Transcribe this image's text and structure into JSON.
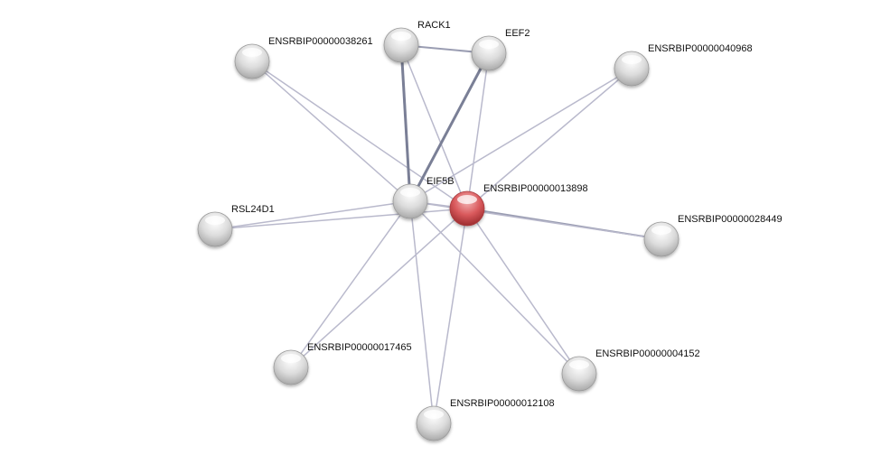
{
  "network": {
    "query_node": "ENSRBIP00000013898",
    "colors": {
      "query": "#d9595c",
      "other": "#d8d8d8",
      "edge": "#b9b9cc",
      "edge_strong": "#7a7f96"
    },
    "nodes": [
      {
        "id": "ENSRBIP00000038261",
        "label": "ENSRBIP00000038261"
      },
      {
        "id": "RACK1",
        "label": "RACK1"
      },
      {
        "id": "EEF2",
        "label": "EEF2"
      },
      {
        "id": "ENSRBIP00000040968",
        "label": "ENSRBIP00000040968"
      },
      {
        "id": "EIF5B",
        "label": "EIF5B"
      },
      {
        "id": "ENSRBIP00000013898",
        "label": "ENSRBIP00000013898"
      },
      {
        "id": "RSL24D1",
        "label": "RSL24D1"
      },
      {
        "id": "ENSRBIP00000028449",
        "label": "ENSRBIP00000028449"
      },
      {
        "id": "ENSRBIP00000017465",
        "label": "ENSRBIP00000017465"
      },
      {
        "id": "ENSRBIP00000004152",
        "label": "ENSRBIP00000004152"
      },
      {
        "id": "ENSRBIP00000012108",
        "label": "ENSRBIP00000012108"
      }
    ],
    "edges": [
      {
        "source": "ENSRBIP00000038261",
        "target": "EIF5B",
        "strength": "weak"
      },
      {
        "source": "ENSRBIP00000038261",
        "target": "ENSRBIP00000013898",
        "strength": "weak"
      },
      {
        "source": "RACK1",
        "target": "EEF2",
        "strength": "medium"
      },
      {
        "source": "RACK1",
        "target": "EIF5B",
        "strength": "strong"
      },
      {
        "source": "RACK1",
        "target": "ENSRBIP00000013898",
        "strength": "weak"
      },
      {
        "source": "EEF2",
        "target": "EIF5B",
        "strength": "strong"
      },
      {
        "source": "EEF2",
        "target": "ENSRBIP00000013898",
        "strength": "weak"
      },
      {
        "source": "ENSRBIP00000040968",
        "target": "EIF5B",
        "strength": "weak"
      },
      {
        "source": "ENSRBIP00000040968",
        "target": "ENSRBIP00000013898",
        "strength": "weak"
      },
      {
        "source": "RSL24D1",
        "target": "EIF5B",
        "strength": "weak"
      },
      {
        "source": "RSL24D1",
        "target": "ENSRBIP00000013898",
        "strength": "weak"
      },
      {
        "source": "ENSRBIP00000028449",
        "target": "ENSRBIP00000013898",
        "strength": "medium"
      },
      {
        "source": "ENSRBIP00000028449",
        "target": "EIF5B",
        "strength": "weak"
      },
      {
        "source": "ENSRBIP00000017465",
        "target": "EIF5B",
        "strength": "weak"
      },
      {
        "source": "ENSRBIP00000017465",
        "target": "ENSRBIP00000013898",
        "strength": "weak"
      },
      {
        "source": "ENSRBIP00000004152",
        "target": "EIF5B",
        "strength": "weak"
      },
      {
        "source": "ENSRBIP00000004152",
        "target": "ENSRBIP00000013898",
        "strength": "weak"
      },
      {
        "source": "ENSRBIP00000012108",
        "target": "EIF5B",
        "strength": "weak"
      },
      {
        "source": "ENSRBIP00000012108",
        "target": "ENSRBIP00000013898",
        "strength": "weak"
      },
      {
        "source": "EIF5B",
        "target": "ENSRBIP00000013898",
        "strength": "weak"
      }
    ]
  }
}
